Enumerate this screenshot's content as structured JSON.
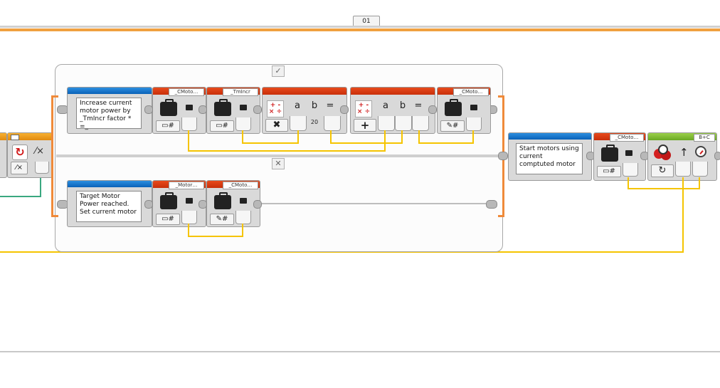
{
  "top": {
    "tab_label": "01"
  },
  "loop_blocks": {
    "icon_loop": "loop-arrow-icon",
    "icon_math": "fraction-icon"
  },
  "switch": {
    "true_case_icon": "✓",
    "false_case_icon": "✕"
  },
  "case_true": {
    "comment": "Increase current motor power by _TmIncr factor * =_",
    "var1_name": "_CMoto…",
    "var2_name": "_TmIncr",
    "math1": {
      "a": "a",
      "b": "b",
      "eq": "=",
      "value": "20"
    },
    "math2": {
      "a": "a",
      "b": "b",
      "eq": "="
    },
    "var3_name": "_CMoto…"
  },
  "case_false": {
    "comment": "Target Motor Power reached. Set current motor",
    "var1_name": "_Motor…",
    "var2_name": "_CMoto…"
  },
  "after": {
    "comment": "Start motors using current comptuted motor",
    "var_name": "_CMoto…",
    "motor_ports": "B+C"
  },
  "colors": {
    "action_green": "#7cbf30",
    "data_red": "#d8350f",
    "comment_blue": "#1a78d0",
    "flow_orange": "#f0a030",
    "wire_yellow": "#f5c400"
  }
}
